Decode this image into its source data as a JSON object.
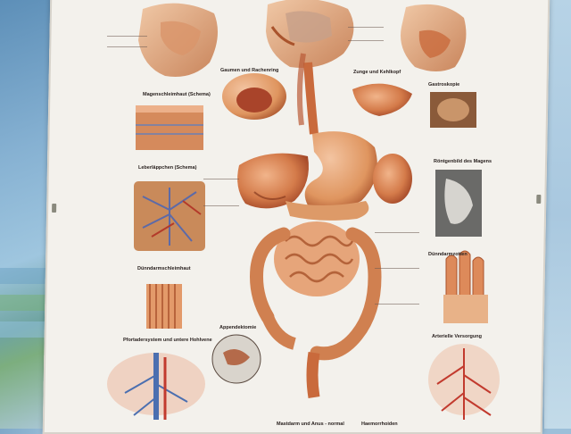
{
  "poster": {
    "sections": {
      "mouth_throat": "Gaumen und Rachenring",
      "tongue": "Zunge und Kehlkopf",
      "stomach_mucosa": "Magenschleimhaut (Schema)",
      "liver_lobule": "Leberläppchen (Schema)",
      "small_intestine_mucosa": "Dünndarmschleimhaut",
      "portal_system": "Pfortadersystem und untere Hohlvene",
      "appendectomy": "Appendektomie",
      "stomach_xray": "Röntgenbild des Magens",
      "gastroscopy": "Gastroskopie",
      "villi": "Dünndarmzotten",
      "arterial": "Arterielle Versorgung",
      "rectum": "Mastdarm und Anus - normal",
      "hemorrhoids": "Haemorrhoiden"
    }
  },
  "colors": {
    "poster": "#f3f1ec",
    "organ_main": "#c96a3c",
    "organ_light": "#e8a57a",
    "organ_dark": "#9b3f22",
    "vessel_blue": "#4b6fb0",
    "vessel_red": "#c23a2e",
    "wall_blue": "#8fb6d2",
    "wall_green": "#7cae7e"
  }
}
